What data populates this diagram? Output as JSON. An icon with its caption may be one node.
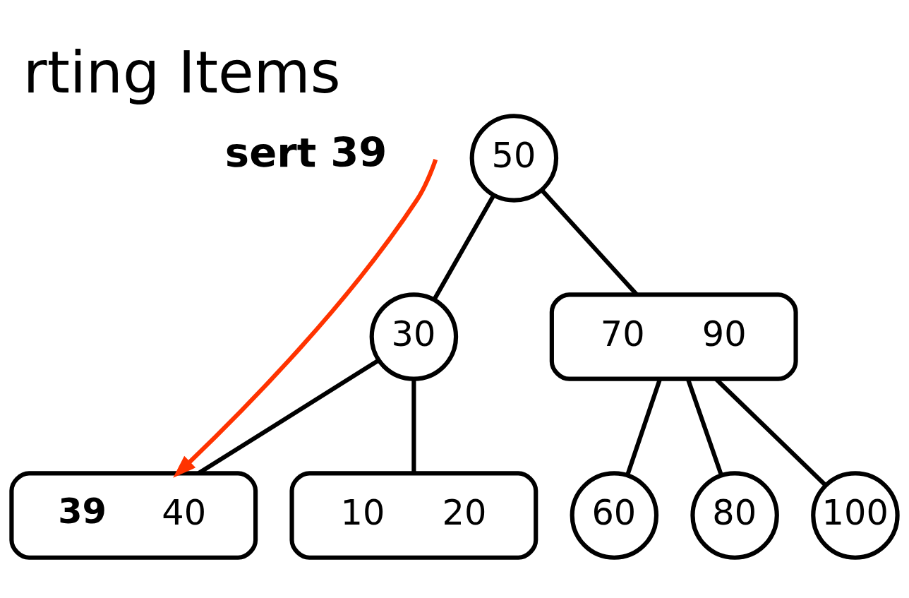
{
  "diagram": {
    "title": "rting Items",
    "nodes": [
      {
        "text": [
          "50"
        ]
      },
      {
        "text": [
          "30"
        ]
      },
      {
        "text": [
          "70",
          "90"
        ]
      },
      {
        "text": [
          "10",
          "20"
        ]
      },
      {
        "text": [
          "**39**",
          "40"
        ]
      },
      {
        "text": [
          "60"
        ]
      },
      {
        "text": [
          "80"
        ]
      },
      {
        "text": [
          "100"
        ]
      }
    ],
    "edges": [
      {
        "from": 0,
        "to": 1,
        "arrow": "none"
      },
      {
        "from": 0,
        "to": 2,
        "arrow": "none"
      },
      {
        "from": 1,
        "to": 3,
        "arrow": "none"
      },
      {
        "from": 1,
        "to": 4,
        "arrow": "none"
      },
      {
        "from": 2,
        "to": 5,
        "arrow": "none"
      },
      {
        "from": 2,
        "to": 6,
        "arrow": "none"
      },
      {
        "from": 2,
        "to": 7,
        "arrow": "none"
      },
      {
        "from": null,
        "to": 4,
        "arrow": "to",
        "color": "#ff3300"
      }
    ],
    "labels": [
      "sert 39"
    ]
  }
}
